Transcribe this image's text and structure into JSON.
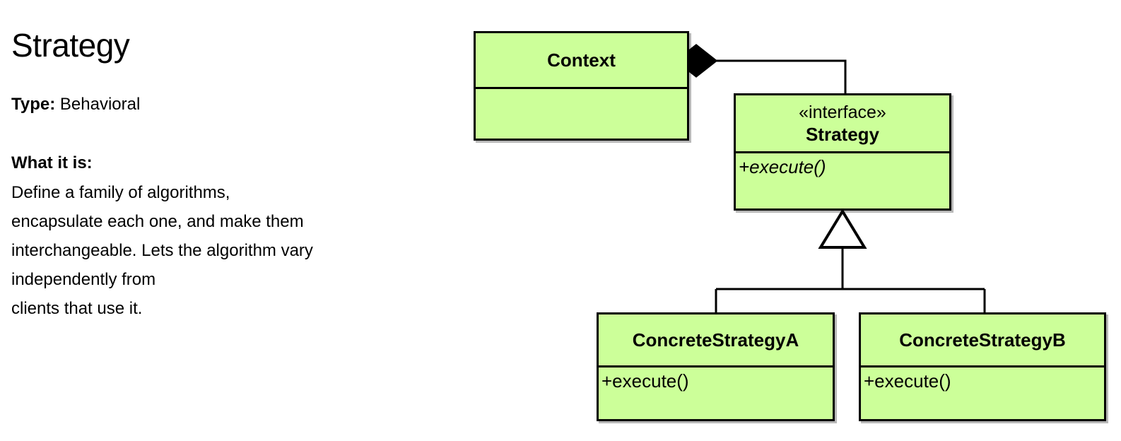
{
  "info": {
    "title": "Strategy",
    "type_label": "Type:",
    "type_value": "Behavioral",
    "what_heading": "What it is:",
    "what_body": "Define a family of algorithms,\nencapsulate each one, and make them\ninterchangeable. Lets the algorithm vary\nindependently from\nclients that use it."
  },
  "diagram": {
    "kind": "uml-class-diagram",
    "fill_color": "#ccff99",
    "stroke_color": "#000000",
    "classes": [
      {
        "id": "context",
        "name": "Context",
        "stereotype": "",
        "members": []
      },
      {
        "id": "strategy",
        "name": "Strategy",
        "stereotype": "«interface»",
        "members": [
          "+execute()"
        ]
      },
      {
        "id": "concrete-a",
        "name": "ConcreteStrategyA",
        "stereotype": "",
        "members": [
          "+execute()"
        ]
      },
      {
        "id": "concrete-b",
        "name": "ConcreteStrategyB",
        "stereotype": "",
        "members": [
          "+execute()"
        ]
      }
    ],
    "relationships": [
      {
        "id": "context-strategy",
        "type": "composition",
        "from": "Context",
        "to": "Strategy",
        "marker": "filled-diamond"
      },
      {
        "id": "a-strategy",
        "type": "generalization",
        "from": "ConcreteStrategyA",
        "to": "Strategy",
        "marker": "hollow-triangle"
      },
      {
        "id": "b-strategy",
        "type": "generalization",
        "from": "ConcreteStrategyB",
        "to": "Strategy",
        "marker": "hollow-triangle"
      }
    ]
  }
}
